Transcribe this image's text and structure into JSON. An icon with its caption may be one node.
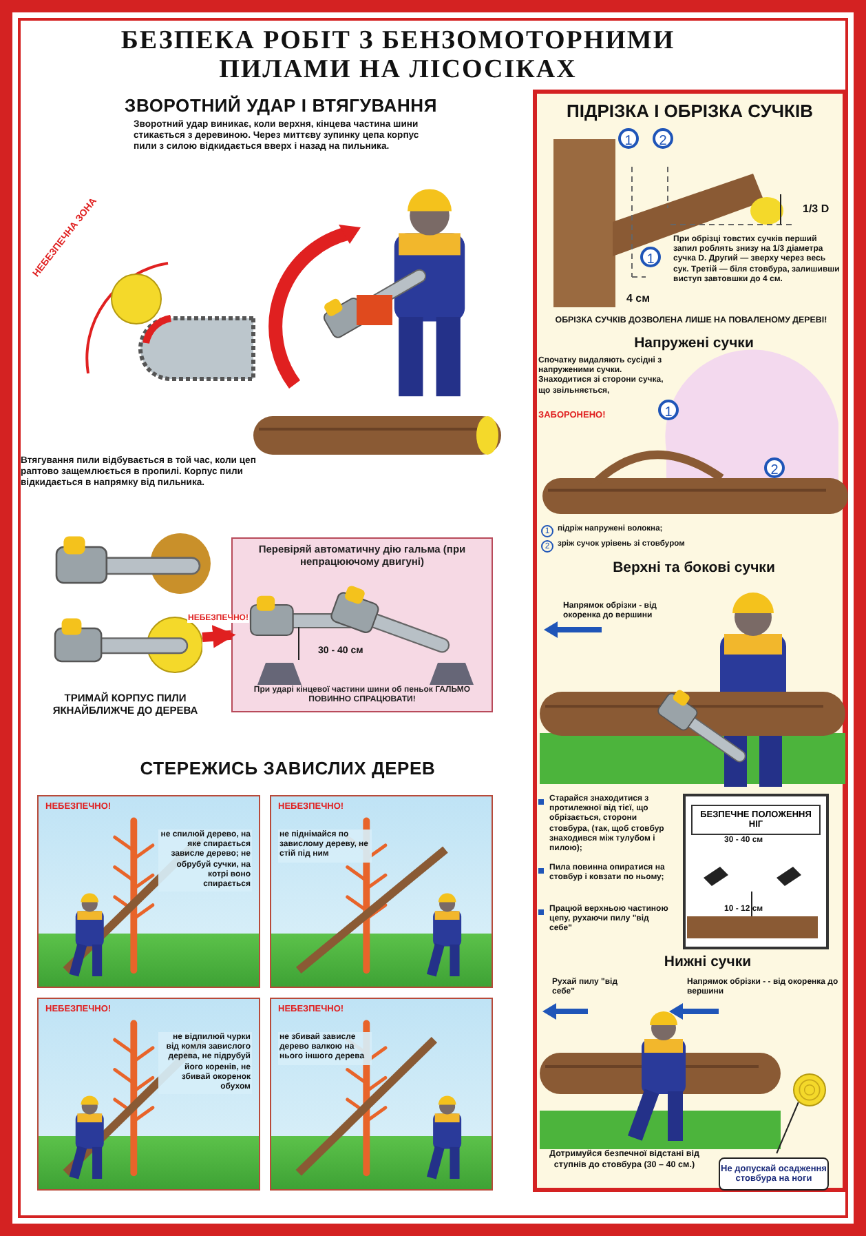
{
  "diagram": {
    "title": "БЕЗПЕКА РОБІТ З БЕНЗОМОТОРНИМИ ПИЛАМИ НА ЛІСОСІКАХ",
    "nodes": [
      {
        "text": [
          "ПІДРІЗКА І ОБРІЗКА СУЧКІВ"
        ]
      },
      {
        "text": [
          "Перевіряй автоматичну дію гальма (при непрацюючому двигуні)",
          "При ударі кінцевої частини шини об пеньок ГАЛЬМО ПОВИННО СПРАЦЮВАТИ!"
        ]
      },
      {
        "text": [
          "НЕБЕЗПЕЧНО!",
          "не спилюй дерево, на яке спирається зависле дерево; не обрубуй сучки, на котрі воно спирається"
        ]
      },
      {
        "text": [
          "НЕБЕЗПЕЧНО!",
          "не піднімайся по завислому дереву, не стій під ним"
        ]
      },
      {
        "text": [
          "НЕБЕЗПЕЧНО!",
          "не відпилюй чурки від комля завислого дерева, не підрубуй його коренів, не збивай окоренок обухом"
        ]
      },
      {
        "text": [
          "НЕБЕЗПЕЧНО!",
          "не збивай зависле дерево валкою на нього іншого дерева"
        ]
      },
      {
        "text": [
          "БЕЗПЕЧНЕ ПОЛОЖЕННЯ НІГ"
        ],
        "in": 0
      },
      {
        "text": [
          "Не допускай осадження стовбура на ноги"
        ],
        "in": 0
      },
      {
        "text": [],
        "shape": "circle",
        "in": 0
      },
      {
        "text": [],
        "shape": "picture"
      }
    ],
    "edges": [
      {
        "from": 9,
        "to": 1,
        "arrow": "to",
        "label": "НЕБЕЗПЕЧНО!",
        "style": "thick",
        "color": "#e02020"
      },
      {
        "from": 7,
        "to": 8,
        "arrow": "none",
        "color": "#222222"
      }
    ],
    "labels": [
      "ЗВОРОТНИЙ УДАР І ВТЯГУВАННЯ",
      "**Зворотний удар** виникає, коли верхня, кінцева частина шини стикається з деревиною. Через миттєву зупинку цепа корпус пили з силою відкидається вверх і назад на пильника.",
      "НЕБЕЗПЕЧНА ЗОНА",
      "**Втягування** пили відбувається в той час, коли цеп раптово защемлюється в пропилі. Корпус пили відкидається в напрямку від пильника.",
      "ТРИМАЙ КОРПУС ПИЛИ ЯКНАЙБЛИЖЧЕ ДО ДЕРЕВА",
      "30 - 40 см",
      "СТЕРЕЖИСЬ ЗАВИСЛИХ ДЕРЕВ",
      "1",
      "2",
      "1",
      "1/3 D",
      "При обрізці товстих сучків перший запил роблять знизу на 1/3 діаметра сучка D. Другий — зверху через весь сук. Третій — біля стовбура, залишивши виступ завтовшки до 4 см.",
      "4 см",
      "ОБРІЗКА СУЧКІВ ДОЗВОЛЕНА ЛИШЕ НА ПОВАЛЕНОМУ ДЕРЕВІ!",
      "Напружені сучки",
      "Спочатку видаляють сусідні з напруженими сучки. Знаходитися зі сторони сучка, що звільняється,",
      "ЗАБОРОНЕНО!",
      "1",
      "2",
      "1",
      "підріж напружені волокна;",
      "2",
      "зріж сучок урівень зі стовбуром",
      "Верхні та бокові сучки",
      "Напрямок обрізки - від окоренка до вершини",
      "Старайся знаходитися з протилежної від тієї, що обрізається, сторони стовбура, (так, щоб стовбур знаходився між тулубом і пилою);",
      "Пила повинна опиратися на стовбур і ковзати по ньому;",
      "Працюй верхньою частиною цепу, рухаючи пилу \"від себе\"",
      "30 - 40 см",
      "10 - 12 см",
      "Нижні сучки",
      "Рухай пилу \"від себе\"",
      "Напрямок обрізки - - від окоренка до вершини",
      "Дотримуйся безпечної відстані від ступнів до стовбура (30 – 40 см.)"
    ]
  }
}
